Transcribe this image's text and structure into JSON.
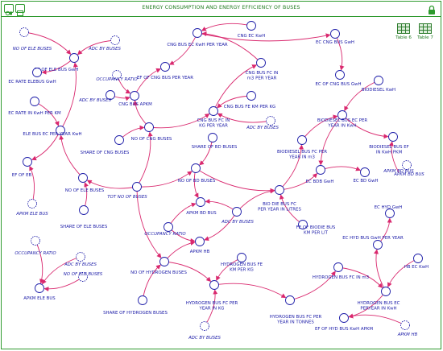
{
  "title": "ENERGY CONSUMPTION AND ENERGY EFFICIENCY OF BUSES",
  "icons": {
    "toolbar": [
      "model-icon",
      "window-icon"
    ],
    "lock": "lock-icon"
  },
  "colors": {
    "frame": "#2e9a2e",
    "text": "#1c1ca8",
    "arrow": "#d9286e",
    "node": "#1c1ca8"
  },
  "tables": [
    {
      "label": "Table 6"
    },
    {
      "label": "Table 7"
    }
  ],
  "nodes": [
    {
      "id": "no_ele_buses_1",
      "label": "NO OF ELE BUSES",
      "shadow": true,
      "italic": true
    },
    {
      "id": "adc_bus_1",
      "label": "ADC BY BUSES",
      "shadow": true,
      "italic": true
    },
    {
      "id": "ec_ele_bus",
      "label": "EC OF ELE BUS GwH"
    },
    {
      "id": "ec_rate_elebus",
      "label": "EC RATE ELEBUS GwH"
    },
    {
      "id": "cng_ec_kwh",
      "label": "CNG EC KwH"
    },
    {
      "id": "cng_ec_kwh_per_year",
      "label": "CNG BUS EC KwH PER YEAR"
    },
    {
      "id": "ec_cng_per_year",
      "label": "EF OF CNG BUS PER YEAR"
    },
    {
      "id": "occ_ratio_1",
      "label": "OCCUPANCY RATIO",
      "shadow": true,
      "italic": true
    },
    {
      "id": "ec_cng_gwh",
      "label": "EC CNG BUS GwH"
    },
    {
      "id": "ec_of_cng_gwh",
      "label": "EC OF CNG BUS GwH"
    },
    {
      "id": "cng_fc_m3",
      "label": "CNG BUS FC IN m3 PER YEAR"
    },
    {
      "id": "biodiesel_kwh",
      "label": "BIODIESEL KwH"
    },
    {
      "id": "cng_apkm",
      "label": "CNG BUS APKM"
    },
    {
      "id": "adc_bus_2",
      "label": "ADC BY BUSES",
      "italic": true
    },
    {
      "id": "cng_fe_km",
      "label": "CNG BUS FE KM PER KG"
    },
    {
      "id": "ec_rate_kwh_km",
      "label": "EC RATE IN KwH PER KM"
    },
    {
      "id": "cng_fc_kg",
      "label": "CNG BUS FC IN KG PER YEAR"
    },
    {
      "id": "adc_bus_3",
      "label": "ADC BY BUSES",
      "shadow": true,
      "italic": true
    },
    {
      "id": "biodiesel_ec_year",
      "label": "BIODIESEL BUS EC PER YEAR IN KwH"
    },
    {
      "id": "ele_bus_ec_year",
      "label": "ELE BUS EC PER YEAR KwH"
    },
    {
      "id": "no_cng_buses",
      "label": "NO OF CNG BUSES"
    },
    {
      "id": "share_cng",
      "label": "SHARE OF CNG BUSES"
    },
    {
      "id": "share_bd",
      "label": "SHARE OF BD BUSES"
    },
    {
      "id": "biodiesel_ef_pkm",
      "label": "BIODIESEL BUS EF IN KwH PKM"
    },
    {
      "id": "biodiesel_fc_m3",
      "label": "BIODIESEL BUS FC PER YEAR IN m3"
    },
    {
      "id": "ef_eb",
      "label": "EF OF EB"
    },
    {
      "id": "apkm_bd_bus_1",
      "label": "APKM BD BUS",
      "shadow": true,
      "italic": true
    },
    {
      "id": "no_bd_buses",
      "label": "NO OF BD BUSES"
    },
    {
      "id": "ec_bdb_gwh",
      "label": "EC BDB GwH"
    },
    {
      "id": "ec_bd_gwh",
      "label": "EC BD GwH"
    },
    {
      "id": "no_ele_buses_2",
      "label": "NO OF ELE BUSES"
    },
    {
      "id": "tot_no_buses",
      "label": "TOT NO OF BUSES",
      "italic": true
    },
    {
      "id": "bio_die_fc",
      "label": "BIO DIE BUS FC PER YEAR IN LITRES"
    },
    {
      "id": "apkm_ele_bus_1",
      "label": "APKM ELE BUS",
      "shadow": true,
      "italic": true
    },
    {
      "id": "share_ele",
      "label": "SHARE OF ELE BUSES"
    },
    {
      "id": "apkm_bd_bus_2",
      "label": "APKM BD BUS"
    },
    {
      "id": "adc_bus_4",
      "label": "ADC BY BUSES",
      "italic": true
    },
    {
      "id": "ec_hyd_gwh",
      "label": "EC HYD GwH"
    },
    {
      "id": "fe_biodie",
      "label": "FE OF BIODIE BUS KM PER LIT"
    },
    {
      "id": "occ_ratio_2",
      "label": "OCCUPANCY RATIO",
      "italic": true
    },
    {
      "id": "apkm_hb_1",
      "label": "APKM HB"
    },
    {
      "id": "ec_hyd_bus_gwh",
      "label": "EC HYD BUS GwH PER YEAR"
    },
    {
      "id": "occ_ratio_3",
      "label": "OCCUPANCY RATIO",
      "shadow": true,
      "italic": true
    },
    {
      "id": "adc_bus_5",
      "label": "ADC BY BUSES",
      "shadow": true,
      "italic": true
    },
    {
      "id": "hyd_fe_km",
      "label": "HYDROGEN BUS FE KM PER KG"
    },
    {
      "id": "hb_ec_kwh",
      "label": "HB EC KwH"
    },
    {
      "id": "no_hyd_buses",
      "label": "NO OF HYDROGEN BUSES"
    },
    {
      "id": "no_ele_buses_3",
      "label": "NO OF ELE BUSES",
      "shadow": true,
      "italic": true
    },
    {
      "id": "hyd_fc_m3",
      "label": "HYDROGEN BUS FC IN m3"
    },
    {
      "id": "apkm_ele_bus_2",
      "label": "APKM ELE BUS"
    },
    {
      "id": "hyd_fc_kg",
      "label": "HYDROGEN BUS FC PER YEAR IN KG"
    },
    {
      "id": "hyd_ec_year",
      "label": "HYDROGEN BUS EC PERYEAR IN KwH"
    },
    {
      "id": "share_hyd",
      "label": "SHARE OF HYDROGEN BUSES"
    },
    {
      "id": "hyd_fc_tonnes",
      "label": "HYDROGEN BUS FC PER YEAR IN TONNES"
    },
    {
      "id": "ef_hyd_bus",
      "label": "EF OF HYD BUS KwH APKM"
    },
    {
      "id": "adc_bus_6",
      "label": "ADC BY BUSES",
      "shadow": true,
      "italic": true
    },
    {
      "id": "apkm_hb_2",
      "label": "APKM HB",
      "shadow": true,
      "italic": true
    },
    {
      "id": "apkm_bd_bus_3",
      "label": "APKM BD BUS",
      "italic": true
    }
  ],
  "links": [
    [
      "no_ele_buses_1",
      "ec_ele_bus"
    ],
    [
      "adc_bus_1",
      "ec_ele_bus"
    ],
    [
      "ec_ele_bus",
      "ec_rate_elebus"
    ],
    [
      "cng_ec_kwh",
      "cng_ec_kwh_per_year"
    ],
    [
      "cng_ec_kwh_per_year",
      "ec_cng_per_year"
    ],
    [
      "cng_ec_kwh_per_year",
      "ec_cng_gwh"
    ],
    [
      "ec_cng_gwh",
      "ec_of_cng_gwh"
    ],
    [
      "cng_fc_m3",
      "cng_ec_kwh_per_year"
    ],
    [
      "cng_fc_kg",
      "cng_fc_m3"
    ],
    [
      "occ_ratio_1",
      "cng_apkm"
    ],
    [
      "cng_apkm",
      "ec_cng_per_year"
    ],
    [
      "adc_bus_2",
      "cng_apkm"
    ],
    [
      "no_cng_buses",
      "cng_apkm"
    ],
    [
      "cng_fe_km",
      "cng_fc_kg"
    ],
    [
      "adc_bus_3",
      "cng_fc_kg"
    ],
    [
      "no_cng_buses",
      "cng_fc_kg"
    ],
    [
      "ec_rate_kwh_km",
      "ele_bus_ec_year"
    ],
    [
      "ele_bus_ec_year",
      "ec_ele_bus"
    ],
    [
      "ele_bus_ec_year",
      "ef_eb"
    ],
    [
      "apkm_ele_bus_1",
      "ef_eb"
    ],
    [
      "no_ele_buses_2",
      "ele_bus_ec_year"
    ],
    [
      "share_ele",
      "no_ele_buses_2"
    ],
    [
      "tot_no_buses",
      "no_ele_buses_2"
    ],
    [
      "tot_no_buses",
      "no_cng_buses"
    ],
    [
      "share_cng",
      "no_cng_buses"
    ],
    [
      "tot_no_buses",
      "no_bd_buses"
    ],
    [
      "share_bd",
      "no_bd_buses"
    ],
    [
      "tot_no_buses",
      "no_hyd_buses"
    ],
    [
      "share_hyd",
      "no_hyd_buses"
    ],
    [
      "biodiesel_kwh",
      "biodiesel_ec_year"
    ],
    [
      "biodiesel_fc_m3",
      "biodiesel_ec_year"
    ],
    [
      "biodiesel_ec_year",
      "biodiesel_ef_pkm"
    ],
    [
      "apkm_bd_bus_3",
      "biodiesel_ef_pkm"
    ],
    [
      "biodiesel_ec_year",
      "ec_bdb_gwh"
    ],
    [
      "ec_bdb_gwh",
      "ec_bd_gwh"
    ],
    [
      "bio_die_fc",
      "biodiesel_fc_m3"
    ],
    [
      "fe_biodie",
      "bio_die_fc"
    ],
    [
      "no_bd_buses",
      "bio_die_fc"
    ],
    [
      "adc_bus_4",
      "bio_die_fc"
    ],
    [
      "no_bd_buses",
      "apkm_bd_bus_2"
    ],
    [
      "occ_ratio_2",
      "apkm_bd_bus_2"
    ],
    [
      "adc_bus_4",
      "apkm_bd_bus_2"
    ],
    [
      "no_hyd_buses",
      "apkm_hb_1"
    ],
    [
      "occ_ratio_2",
      "apkm_hb_1"
    ],
    [
      "adc_bus_4",
      "apkm_hb_1"
    ],
    [
      "hyd_fe_km",
      "hyd_fc_kg"
    ],
    [
      "no_hyd_buses",
      "hyd_fc_kg"
    ],
    [
      "adc_bus_6",
      "hyd_fc_kg"
    ],
    [
      "hyd_fc_kg",
      "hyd_fc_tonnes"
    ],
    [
      "hyd_fc_tonnes",
      "hyd_fc_m3"
    ],
    [
      "hyd_fc_m3",
      "hyd_ec_year"
    ],
    [
      "hb_ec_kwh",
      "hyd_ec_year"
    ],
    [
      "hyd_ec_year",
      "ec_hyd_bus_gwh"
    ],
    [
      "ec_hyd_bus_gwh",
      "ec_hyd_gwh"
    ],
    [
      "hyd_ec_year",
      "ef_hyd_bus"
    ],
    [
      "apkm_hb_2",
      "ef_hyd_bus"
    ],
    [
      "occ_ratio_3",
      "apkm_ele_bus_2"
    ],
    [
      "adc_bus_5",
      "apkm_ele_bus_2"
    ],
    [
      "no_ele_buses_3",
      "apkm_ele_bus_2"
    ],
    [
      "bio_die_fc",
      "ec_bdb_gwh"
    ]
  ]
}
